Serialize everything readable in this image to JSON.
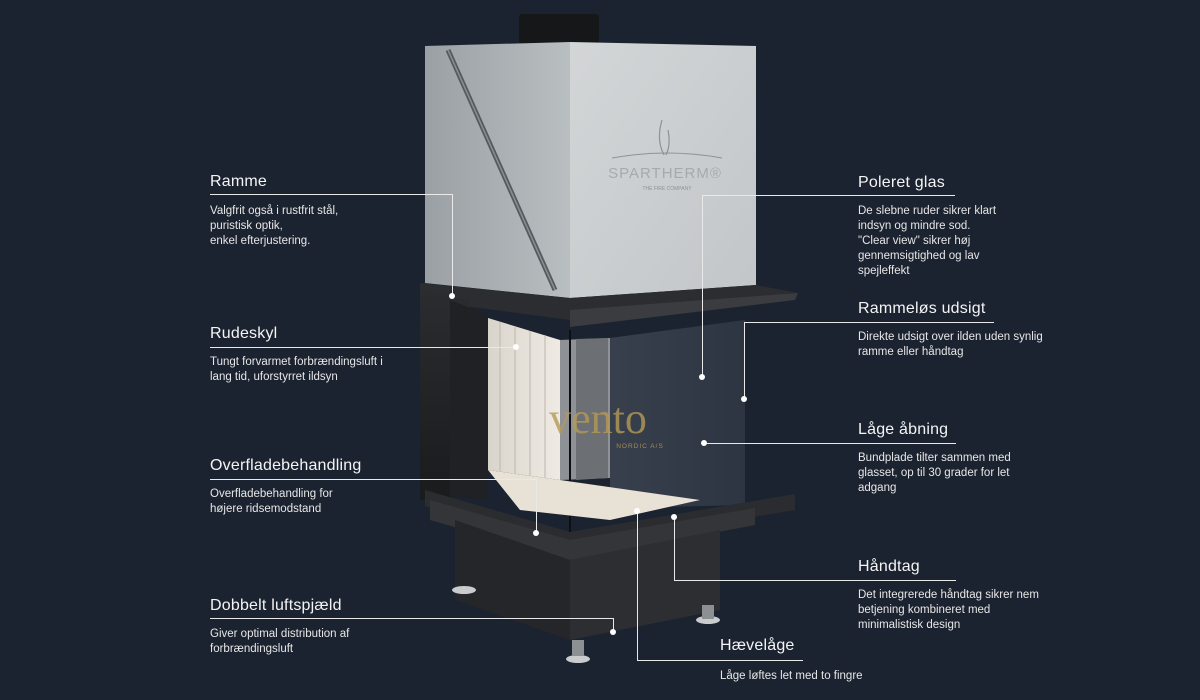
{
  "product": {
    "brand_plate": "SPARTHERM",
    "brand_plate_sub": "THE FIRE COMPANY",
    "watermark": "vento",
    "watermark_sub": "NORDIC A/S"
  },
  "callouts": {
    "ramme": {
      "title": "Ramme",
      "lines": [
        "Valgfrit også i rustfrit stål,",
        "puristisk optik,",
        "enkel efterjustering."
      ]
    },
    "rudeskyl": {
      "title": "Rudeskyl",
      "lines": [
        "Tungt forvarmet forbrændingsluft i",
        "lang tid, uforstyrret ildsyn"
      ]
    },
    "overflade": {
      "title": "Overfladebehandling",
      "lines": [
        "Overfladebehandling for",
        "højere ridsemodstand"
      ]
    },
    "luftspjaeld": {
      "title": "Dobbelt luftspjæld",
      "lines": [
        "Giver optimal distribution af",
        "forbrændingsluft"
      ]
    },
    "poleret": {
      "title": "Poleret glas",
      "lines": [
        "De slebne ruder sikrer klart",
        "indsyn og mindre sod.",
        "\"Clear view\" sikrer høj",
        "gennemsigtighed og lav",
        "spejleffekt"
      ]
    },
    "rammelos": {
      "title": "Rammeløs udsigt",
      "lines": [
        "Direkte udsigt over ilden uden synlig",
        "ramme eller håndtag"
      ]
    },
    "lage_abning": {
      "title": "Låge åbning",
      "lines": [
        "Bundplade tilter sammen med",
        "glasset, op til 30 grader for let",
        "adgang"
      ]
    },
    "handtag": {
      "title": "Håndtag",
      "lines": [
        "Det integrerede håndtag sikrer nem",
        "betjening kombineret med",
        "minimalistisk design"
      ]
    },
    "haevelage": {
      "title": "Hævelåge",
      "lines": [
        "Låge løftes let med to fingre"
      ]
    }
  },
  "colors": {
    "background": "#1c2330",
    "accent_gold": "#b59a55",
    "line": "#e9e9e9"
  }
}
